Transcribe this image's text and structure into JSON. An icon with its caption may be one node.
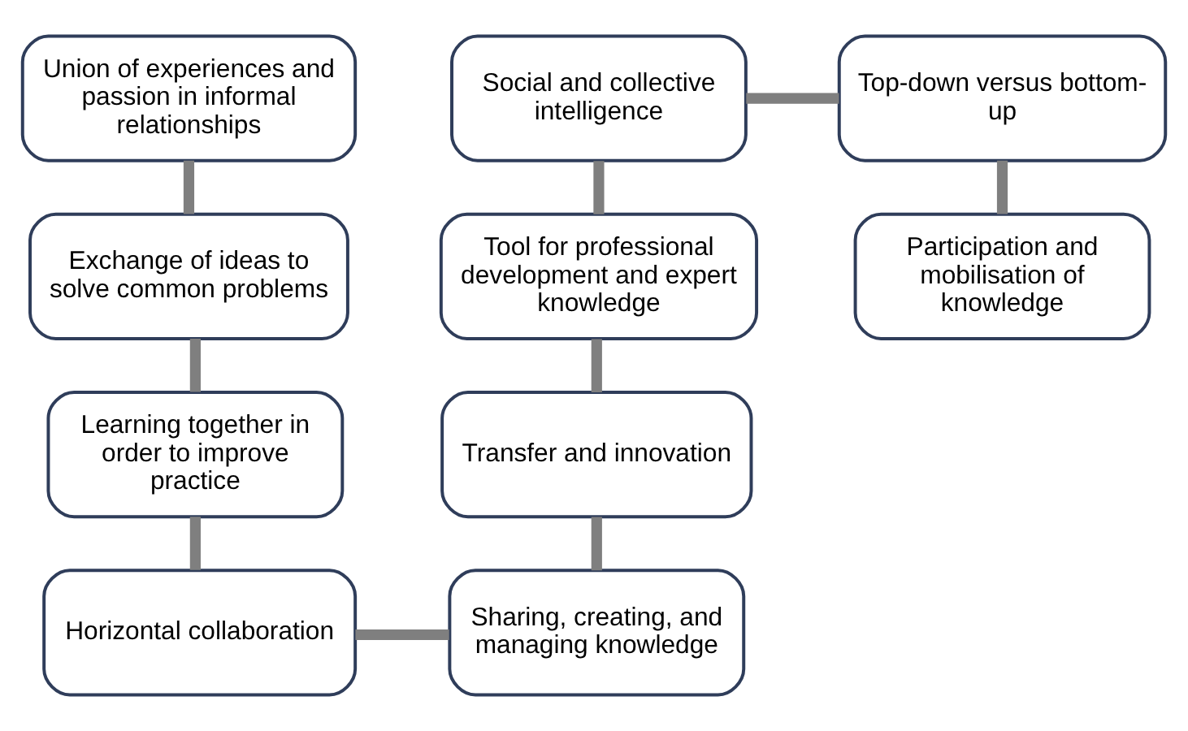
{
  "diagram": {
    "nodes": [
      {
        "text": [
          "Union of experiences and passion in informal relationships"
        ]
      },
      {
        "text": [
          "Exchange of ideas to solve common problems"
        ]
      },
      {
        "text": [
          "Learning together in order to improve practice"
        ]
      },
      {
        "text": [
          "Horizontal collaboration"
        ]
      },
      {
        "text": [
          "Social and collective intelligence"
        ]
      },
      {
        "text": [
          "Tool for professional development and expert knowledge"
        ]
      },
      {
        "text": [
          "Transfer and innovation"
        ]
      },
      {
        "text": [
          "Sharing, creating, and managing knowledge"
        ]
      },
      {
        "text": [
          "Top-down versus bottom-up"
        ]
      },
      {
        "text": [
          "Participation and mobilisation of knowledge"
        ]
      }
    ],
    "edges": [
      {
        "from": 0,
        "to": 1,
        "arrow": "none"
      },
      {
        "from": 1,
        "to": 2,
        "arrow": "none"
      },
      {
        "from": 2,
        "to": 3,
        "arrow": "none"
      },
      {
        "from": 3,
        "to": 7,
        "arrow": "none"
      },
      {
        "from": 7,
        "to": 6,
        "arrow": "none"
      },
      {
        "from": 6,
        "to": 5,
        "arrow": "none"
      },
      {
        "from": 5,
        "to": 4,
        "arrow": "none"
      },
      {
        "from": 4,
        "to": 8,
        "arrow": "none"
      },
      {
        "from": 8,
        "to": 9,
        "arrow": "none"
      }
    ]
  }
}
